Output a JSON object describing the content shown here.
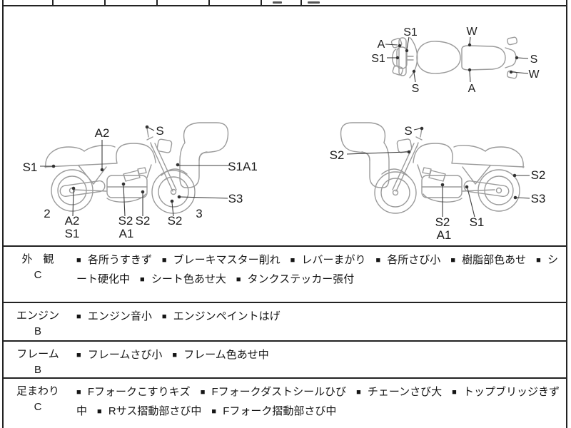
{
  "sheet": {
    "background": "#ffffff",
    "line_color": "#222222",
    "art_color": "#9b9b9b"
  },
  "top_view": {
    "labels": [
      "S1",
      "A",
      "S1",
      "S",
      "W",
      "A",
      "S",
      "W"
    ]
  },
  "left_view": {
    "labels": [
      "A2",
      "S",
      "S1",
      "S1A1",
      "S3",
      "2",
      "A2",
      "S1",
      "S2",
      "S2",
      "A1",
      "S2",
      "3"
    ]
  },
  "right_view": {
    "labels": [
      "S",
      "S2",
      "S2",
      "S3",
      "S2",
      "A1",
      "S1"
    ]
  },
  "condition_table": {
    "bullet": "■",
    "rows": [
      {
        "category": "外　観",
        "grade": "C",
        "items": [
          "各所うすきず",
          "ブレーキマスター削れ",
          "レバーまがり",
          "各所さび小",
          "樹脂部色あせ",
          "シート硬化中",
          "シート色あせ大",
          "タンクステッカー張付"
        ]
      },
      {
        "category": "エンジン",
        "grade": "B",
        "items": [
          "エンジン音小",
          "エンジンペイントはげ"
        ]
      },
      {
        "category": "フレーム",
        "grade": "B",
        "items": [
          "フレームさび小",
          "フレーム色あせ中"
        ]
      },
      {
        "category": "足まわり",
        "grade": "C",
        "items": [
          "Fフォークこすりキズ",
          "Fフォークダストシールひび",
          "チェーンさび大",
          "トップブリッジきず中",
          "Rサス摺動部さび中",
          "Fフォーク摺動部さび中"
        ]
      }
    ]
  }
}
